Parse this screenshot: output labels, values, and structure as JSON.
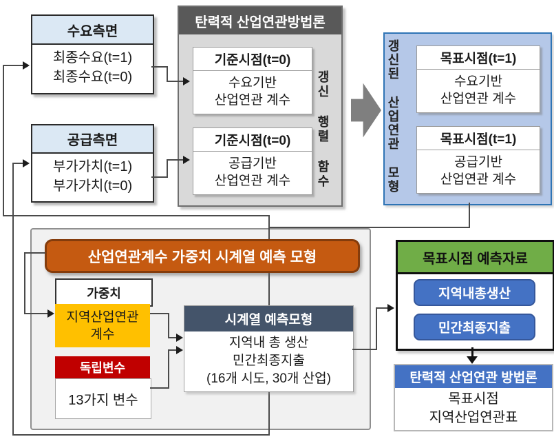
{
  "top_left": {
    "demand_box": {
      "header": "수요측면",
      "body": "최종수요(t=1)\n최종수요(t=0)"
    },
    "supply_box": {
      "header": "공급측면",
      "body": "부가가치(t=1)\n부가가치(t=0)"
    }
  },
  "methodology_panel": {
    "title": "탄력적 산업연관방법론",
    "base_demand": {
      "header": "기준시점(t=0)",
      "body": "수요기반\n산업연관 계수"
    },
    "base_supply": {
      "header": "기준시점(t=0)",
      "body": "공급기반\n산업연관 계수"
    },
    "side_label": "갱신 행렬 함수"
  },
  "updated_panel": {
    "side_label": "갱신된 산업연관 모형",
    "target_demand": {
      "header": "목표시점(t=1)",
      "body": "수요기반\n산업연관 계수"
    },
    "target_supply": {
      "header": "목표시점(t=1)",
      "body": "공급기반\n산업연관 계수"
    }
  },
  "forecast_panel": {
    "title": "산업연관계수 가중치 시계열 예측 모형",
    "weight": {
      "header": "가중치",
      "value": "지역산업연관\n계수"
    },
    "independent": {
      "header": "독립변수",
      "value": "13가지 변수"
    },
    "timeseries": {
      "header": "시계열 예측모형",
      "body": "지역내 총 생산\n민간최종지출\n(16개 시도, 30개 산업)"
    }
  },
  "target_forecast": {
    "header": "목표시점 예측자료",
    "items": [
      "지역내총생산",
      "민간최종지출"
    ]
  },
  "final_output": {
    "header": "탄력적 산업연관 방법론",
    "body": "목표시점\n지역산업연관표"
  },
  "colors": {
    "header_light_blue": "#dbe8f4",
    "panel_gray": "#d9d9d9",
    "panel_header_gray": "#595959",
    "panel_light_blue": "#b5c8e8",
    "panel_blue_border": "#2e74b5",
    "orange": "#c55a11",
    "yellow": "#ffc000",
    "red": "#c00000",
    "slate": "#44546a",
    "green": "#70ad47",
    "blue": "#4472c4",
    "connector_gray": "#4a4a4a"
  }
}
